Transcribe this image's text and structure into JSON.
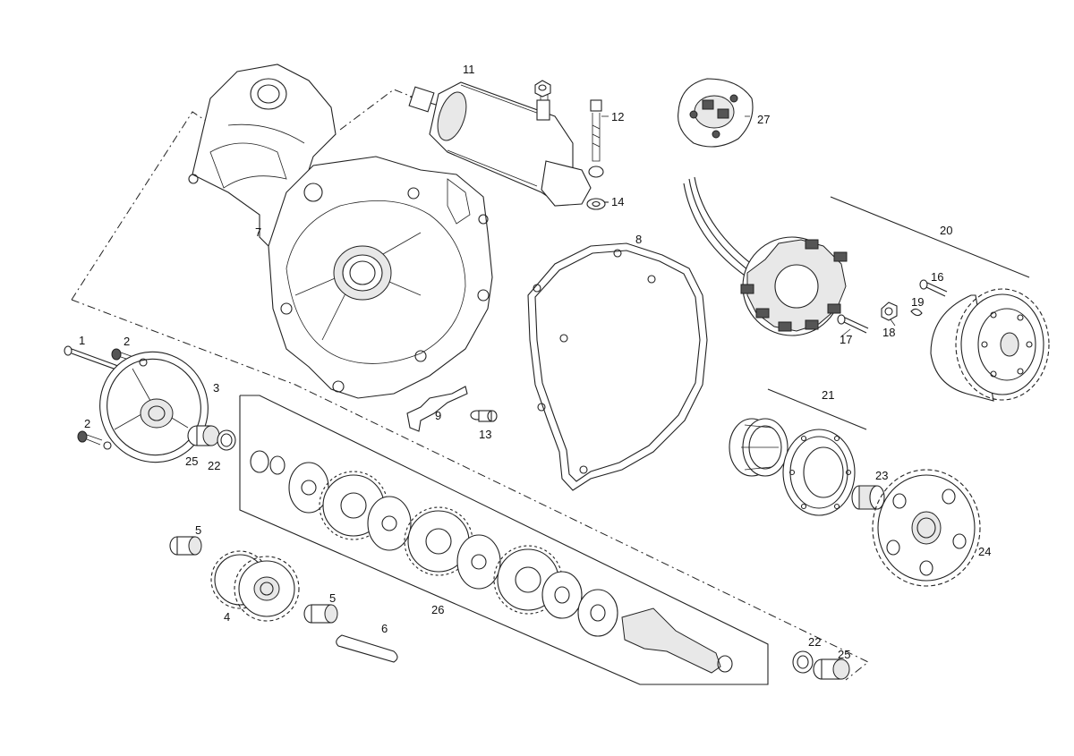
{
  "callouts": {
    "c1": "1",
    "c2a": "2",
    "c2b": "2",
    "c3": "3",
    "c4": "4",
    "c5a": "5",
    "c5b": "5",
    "c6": "6",
    "c7": "7",
    "c8": "8",
    "c9": "9",
    "c11": "11",
    "c12": "12",
    "c13": "13",
    "c14": "14",
    "c16": "16",
    "c17": "17",
    "c18": "18",
    "c19": "19",
    "c20": "20",
    "c21": "21",
    "c22a": "22",
    "c22b": "22",
    "c23": "23",
    "c24": "24",
    "c25a": "25",
    "c25b": "25",
    "c26": "26",
    "c27": "27"
  }
}
